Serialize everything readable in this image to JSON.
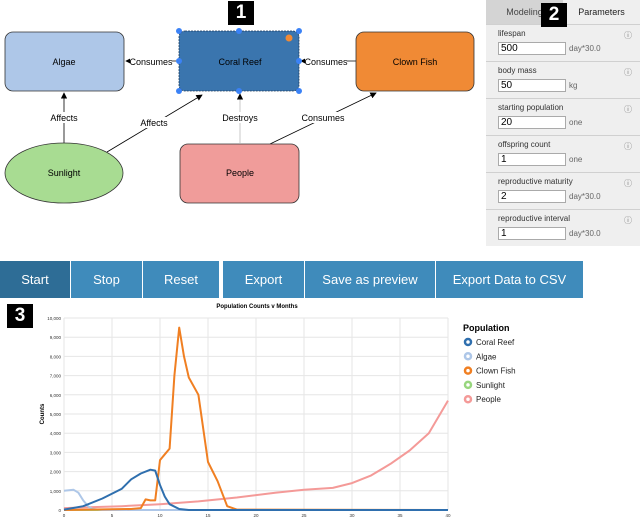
{
  "badges": [
    "1",
    "2",
    "3"
  ],
  "diagram": {
    "nodes": [
      {
        "id": "algae",
        "label": "Algae",
        "color": "#aec7e8",
        "shape": "rect"
      },
      {
        "id": "coral",
        "label": "Coral Reef",
        "color": "#3a75ae",
        "shape": "rect",
        "selected": true
      },
      {
        "id": "clown",
        "label": "Clown Fish",
        "color": "#f08a35",
        "shape": "rect"
      },
      {
        "id": "sunlight",
        "label": "Sunlight",
        "color": "#a8dc92",
        "shape": "ellipse"
      },
      {
        "id": "people",
        "label": "People",
        "color": "#f09c9a",
        "shape": "rect"
      }
    ],
    "links": [
      {
        "from": "coral",
        "to": "algae",
        "label": "Consumes"
      },
      {
        "from": "clown",
        "to": "coral",
        "label": "Consumes"
      },
      {
        "from": "sunlight",
        "to": "algae",
        "label": "Affects"
      },
      {
        "from": "sunlight",
        "to": "coral",
        "label": "Affects"
      },
      {
        "from": "people",
        "to": "coral",
        "label": "Destroys"
      },
      {
        "from": "people",
        "to": "clown",
        "label": "Consumes"
      }
    ]
  },
  "panel": {
    "tabs": [
      {
        "label": "Modeling",
        "active": false
      },
      {
        "label": "Parameters",
        "active": true
      }
    ],
    "params": [
      {
        "label": "lifespan",
        "value": "500",
        "unit": "day*30.0"
      },
      {
        "label": "body mass",
        "value": "50",
        "unit": "kg"
      },
      {
        "label": "starting population",
        "value": "20",
        "unit": "one"
      },
      {
        "label": "offspring count",
        "value": "1",
        "unit": "one"
      },
      {
        "label": "reproductive maturity",
        "value": "2",
        "unit": "day*30.0"
      },
      {
        "label": "reproductive interval",
        "value": "1",
        "unit": "day*30.0"
      }
    ]
  },
  "toolbar": {
    "start": "Start",
    "stop": "Stop",
    "reset": "Reset",
    "export": "Export",
    "save_preview": "Save as preview",
    "export_csv": "Export Data to CSV"
  },
  "chart_data": {
    "type": "line",
    "title": "Population Counts v Months",
    "xlabel": "",
    "ylabel": "Counts",
    "xlim": [
      0,
      40
    ],
    "ylim": [
      0,
      10000
    ],
    "xticks": [
      0,
      5,
      10,
      15,
      20,
      25,
      30,
      35,
      40
    ],
    "yticks": [
      0,
      1000,
      2000,
      3000,
      4000,
      5000,
      6000,
      7000,
      8000,
      9000,
      10000
    ],
    "grid": true,
    "legend_title": "Population",
    "legend_position": "right",
    "series": [
      {
        "name": "Coral Reef",
        "color": "#2f6fae",
        "x": [
          0,
          2,
          4,
          6,
          7,
          8,
          9,
          9.5,
          10,
          10.5,
          11,
          12,
          13,
          40
        ],
        "y": [
          20,
          200,
          600,
          1100,
          1600,
          1900,
          2100,
          2050,
          1300,
          700,
          300,
          50,
          0,
          0
        ]
      },
      {
        "name": "Algae",
        "color": "#aec7e8",
        "x": [
          0,
          1,
          1.5,
          2,
          2.5,
          3,
          4,
          40
        ],
        "y": [
          1000,
          1050,
          900,
          500,
          200,
          50,
          0,
          0
        ]
      },
      {
        "name": "Clown Fish",
        "color": "#f07f22",
        "x": [
          0,
          7,
          8,
          8.5,
          9,
          9.5,
          10,
          10.5,
          11,
          11.5,
          12,
          12.5,
          13,
          14,
          15,
          16,
          17,
          18,
          40
        ],
        "y": [
          0,
          50,
          100,
          550,
          500,
          500,
          2600,
          2900,
          3200,
          7000,
          9500,
          8000,
          6900,
          6000,
          2500,
          1500,
          200,
          20,
          0
        ]
      },
      {
        "name": "Sunlight",
        "color": "#98d67e",
        "x": [
          0,
          11,
          40
        ],
        "y": [
          0,
          0,
          0
        ]
      },
      {
        "name": "People",
        "color": "#f49a98",
        "x": [
          0,
          3,
          6,
          10,
          14,
          18,
          22,
          25,
          28,
          30,
          32,
          34,
          36,
          38,
          40
        ],
        "y": [
          100,
          150,
          200,
          300,
          450,
          650,
          900,
          1050,
          1150,
          1400,
          1800,
          2400,
          3100,
          4000,
          5700
        ]
      }
    ]
  }
}
